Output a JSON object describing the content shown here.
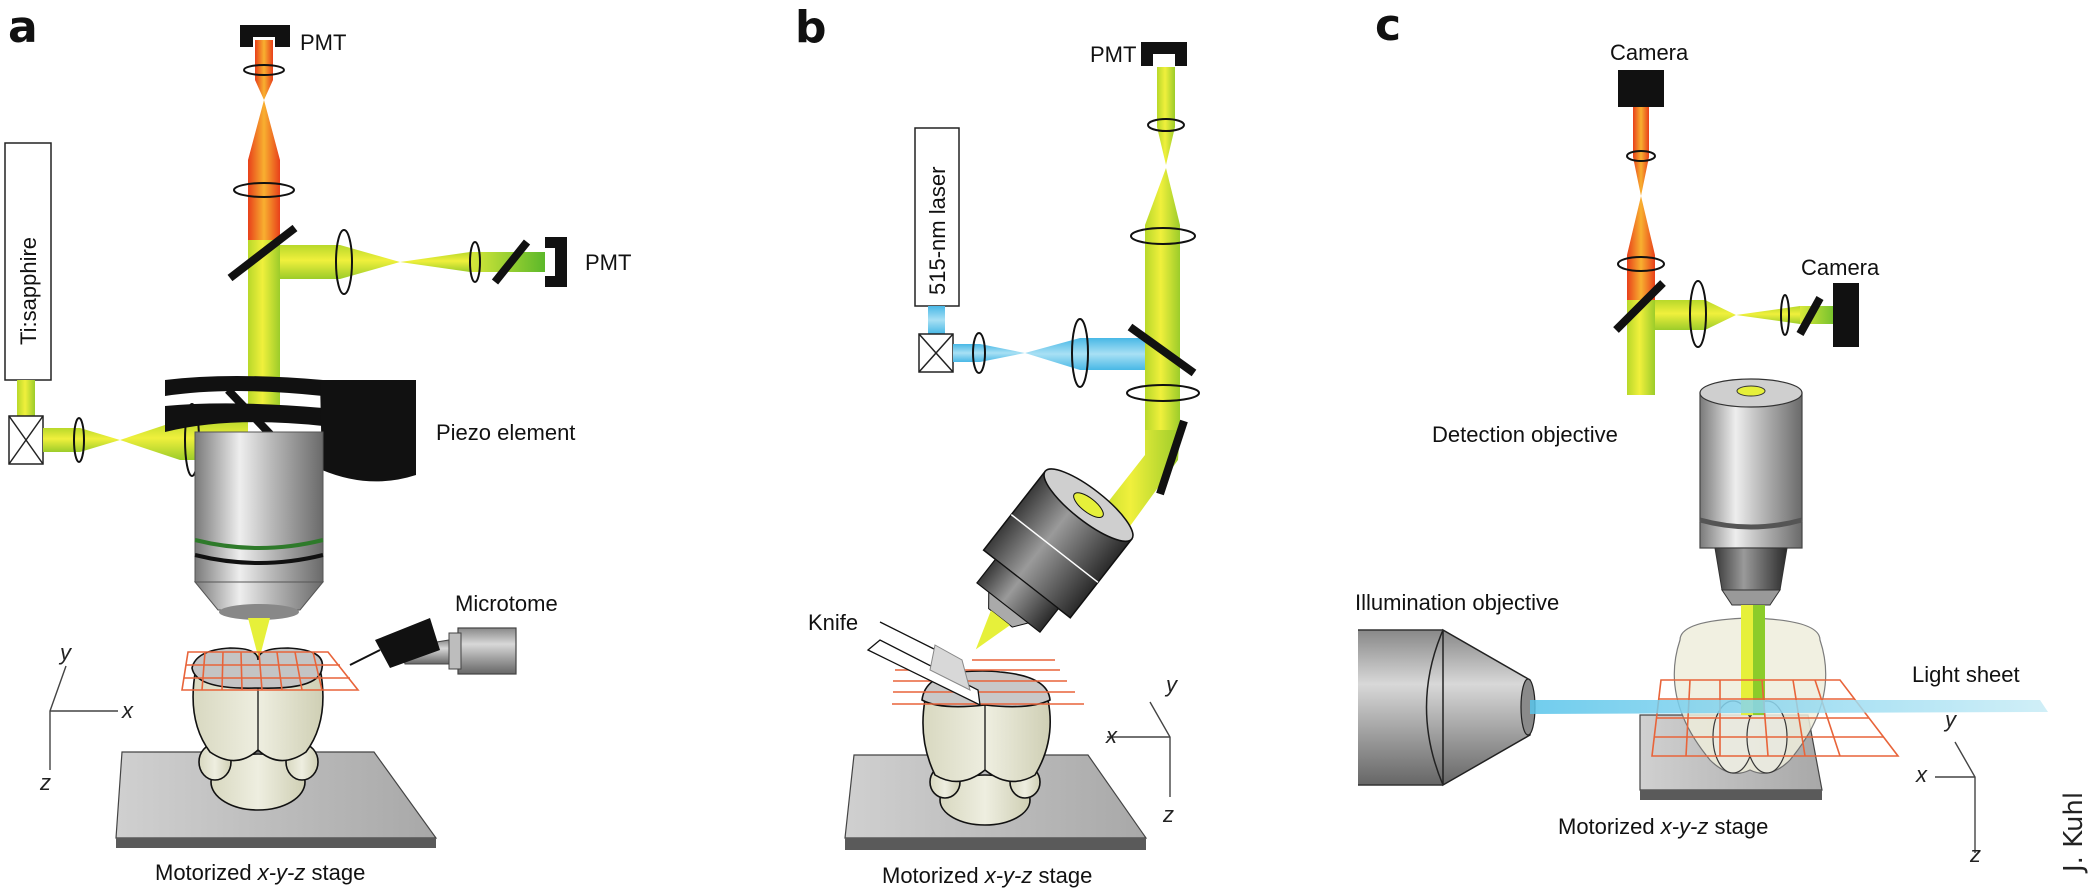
{
  "figure": {
    "credit": "J. Kuhl",
    "colors": {
      "excitation_beam": "#e4ec3a",
      "emission_red": "#ee5a1e",
      "emission_green": "#7ccb2a",
      "blue_laser": "#58c4ea",
      "grid": "#e8643a",
      "detector": "#111111"
    }
  },
  "panels": [
    {
      "letter": "a",
      "labels": {
        "laser": "Ti:sapphire",
        "pmt_top": "PMT",
        "pmt_side": "PMT",
        "piezo": "Piezo element",
        "microtome": "Microtome",
        "stage_prefix": "Motorized ",
        "stage_axes": "x-y-z",
        "stage_suffix": " stage",
        "axis_x": "x",
        "axis_y": "y",
        "axis_z": "z"
      }
    },
    {
      "letter": "b",
      "labels": {
        "laser": "515-nm laser",
        "pmt_top": "PMT",
        "knife": "Knife",
        "stage_prefix": "Motorized ",
        "stage_axes": "x-y-z",
        "stage_suffix": " stage",
        "axis_x": "x",
        "axis_y": "y",
        "axis_z": "z"
      }
    },
    {
      "letter": "c",
      "labels": {
        "camera_top": "Camera",
        "camera_side": "Camera",
        "detection_objective": "Detection objective",
        "illumination_objective": "Illumination objective",
        "light_sheet": "Light sheet",
        "stage_prefix": "Motorized ",
        "stage_axes": "x-y-z",
        "stage_suffix": " stage",
        "axis_x": "x",
        "axis_y": "y",
        "axis_z": "z"
      }
    }
  ]
}
